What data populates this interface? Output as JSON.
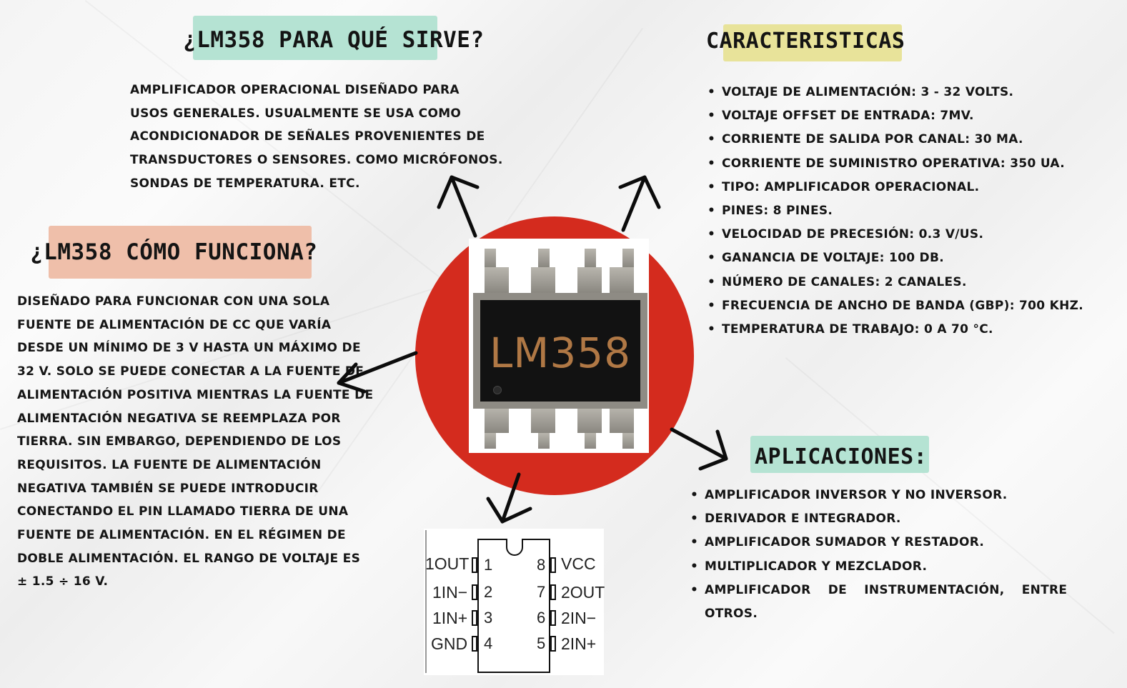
{
  "sections": {
    "para_que_sirve": {
      "title": "¿LM358 PARA QUÉ SIRVE?",
      "highlight_color": "#b5e3d3",
      "lines": [
        "Amplificador operacional diseñado para",
        "usos generales. usualmente se usa como",
        "acondicionador de señales provenientes de",
        "transductores o sensores. como micrófonos.",
        "sondas de temperatura. etc."
      ]
    },
    "caracteristicas": {
      "title": "CARACTERISTICAS",
      "highlight_color": "#e8e39a",
      "items": [
        "Voltaje de alimentación: 3 - 32 volts.",
        "Voltaje offset de entrada: 7mV.",
        "Corriente de salida por canal: 30 mA.",
        "Corriente de suministro operativa: 350 uA.",
        "Tipo: amplificador operacional.",
        "Pines: 8 pines.",
        "Velocidad de precesión: 0.3 V/us.",
        "Ganancia de voltaje: 100 dB.",
        "Número de canales: 2 canales.",
        "Frecuencia de ancho de banda (GBP): 700 kHz.",
        "Temperatura de trabajo: 0 a 70 °C."
      ]
    },
    "como_funciona": {
      "title": "¿LM358 CÓMO FUNCIONA?",
      "highlight_color": "#efbfaa",
      "lines": [
        "Diseñado para funcionar con una sola",
        "fuente de alimentación de cc que varía",
        "desde un mínimo de 3 V hasta un máximo de",
        "32 V. solo se puede conectar a la fuente de",
        "alimentación positiva mientras la fuente de",
        "alimentación negativa se reemplaza por",
        "tierra. sin embargo, dependiendo de los",
        "requisitos. la fuente de alimentación",
        "negativa también se puede introducir",
        "conectando el pin llamado tierra de una",
        "fuente de alimentación. en el régimen de",
        "doble alimentación. el rango de voltaje es",
        "± 1.5 ÷ 16 V."
      ]
    },
    "aplicaciones": {
      "title": "APLICACIONES:",
      "highlight_color": "#b5e3d3",
      "items": [
        "Amplificador inversor y no inversor.",
        "Derivador e integrador.",
        "Amplificador sumador y restador.",
        "Multiplicador y mezclador.",
        "Amplificador de instrumentación, entre",
        "otros."
      ]
    }
  },
  "chip": {
    "label": "LM358",
    "circle_color": "#d42b1e",
    "label_color": "#b07845"
  },
  "pinout": {
    "left_pins": [
      {
        "num": "1",
        "name": "1OUT"
      },
      {
        "num": "2",
        "name": "1IN−"
      },
      {
        "num": "3",
        "name": "1IN+"
      },
      {
        "num": "4",
        "name": "GND"
      }
    ],
    "right_pins": [
      {
        "num": "8",
        "name": "VCC"
      },
      {
        "num": "7",
        "name": "2OUT"
      },
      {
        "num": "6",
        "name": "2IN−"
      },
      {
        "num": "5",
        "name": "2IN+"
      }
    ]
  }
}
